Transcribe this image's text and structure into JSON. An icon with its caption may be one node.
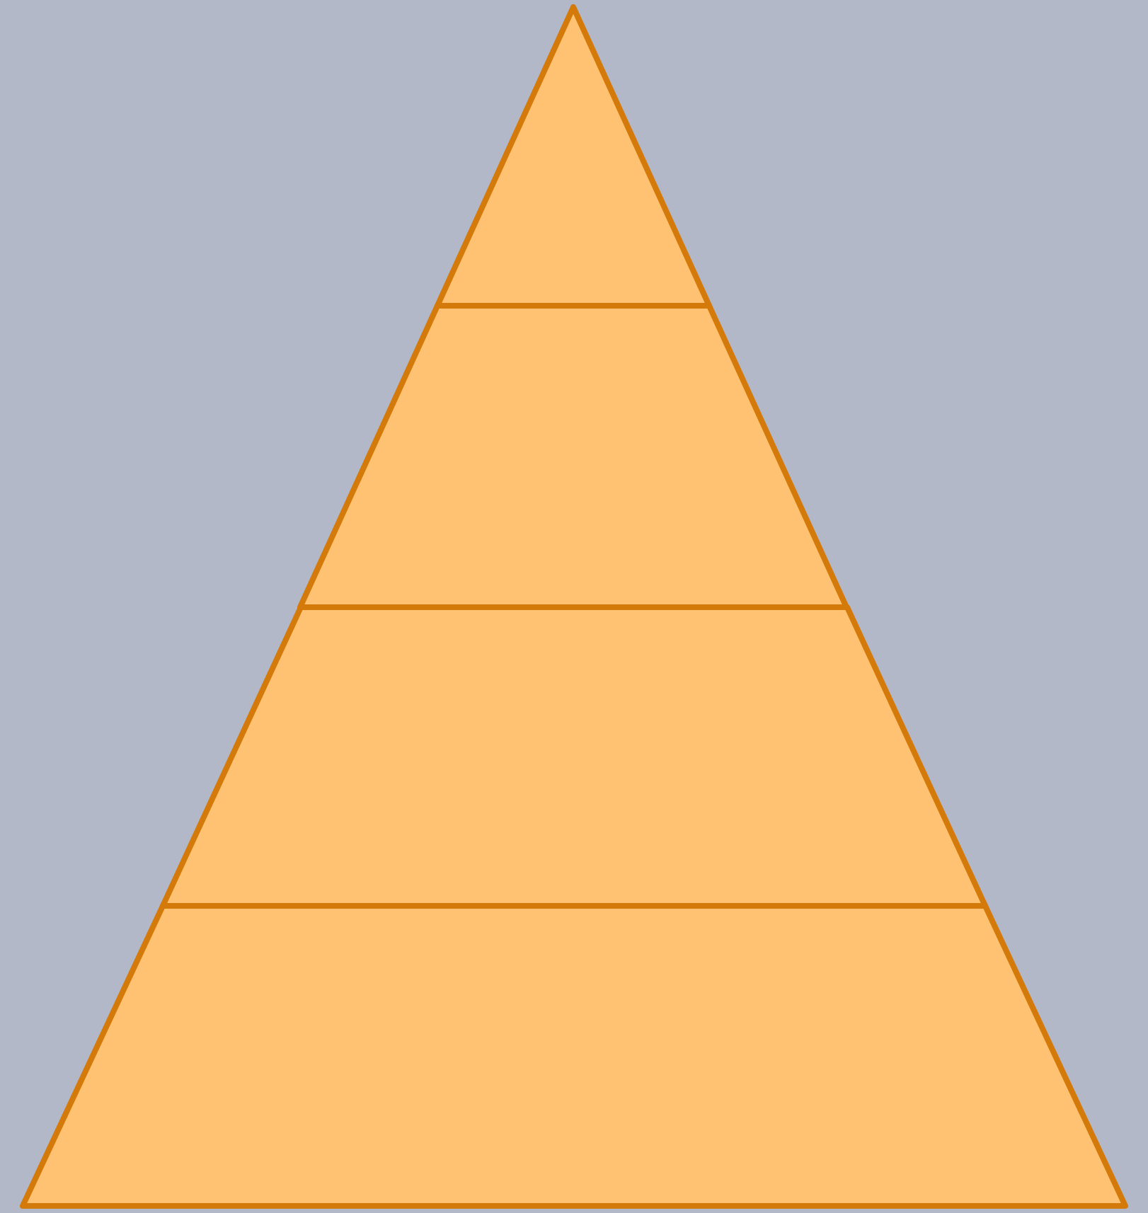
{
  "diagram": {
    "nodes": [
      {
        "text": [],
        "shape": "triangle"
      },
      {
        "text": [],
        "shape": "trapezoid"
      },
      {
        "text": [],
        "shape": "trapezoid"
      },
      {
        "text": [],
        "shape": "trapezoid"
      }
    ]
  }
}
